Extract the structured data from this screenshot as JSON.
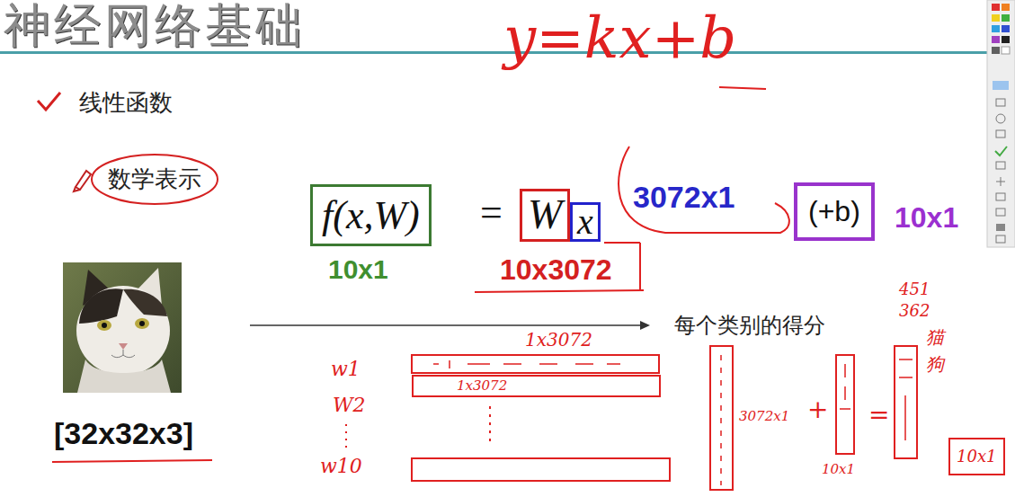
{
  "diagram": {
    "title": "神经网络基础",
    "nodes": [
      {
        "text": [
          "数学表示"
        ]
      },
      {
        "text": [
          "f(x,W)"
        ]
      },
      {
        "text": [
          "W"
        ]
      },
      {
        "text": [
          "x"
        ]
      },
      {
        "text": [
          "(+b)"
        ]
      },
      {
        "text": [
          "1x3072"
        ]
      },
      {
        "text": [
          "10x1"
        ]
      }
    ],
    "labels": [
      "y=kx+b",
      "线性函数",
      "=",
      "3072x1",
      "10x1",
      "10x1",
      "10x3072",
      "[32x32x3]",
      "每个类别的得分",
      "1x3072",
      "w1",
      "W2",
      "w10",
      "3072x1",
      "+",
      "10x1",
      "=",
      "451",
      "362",
      "猫",
      "狗"
    ]
  }
}
